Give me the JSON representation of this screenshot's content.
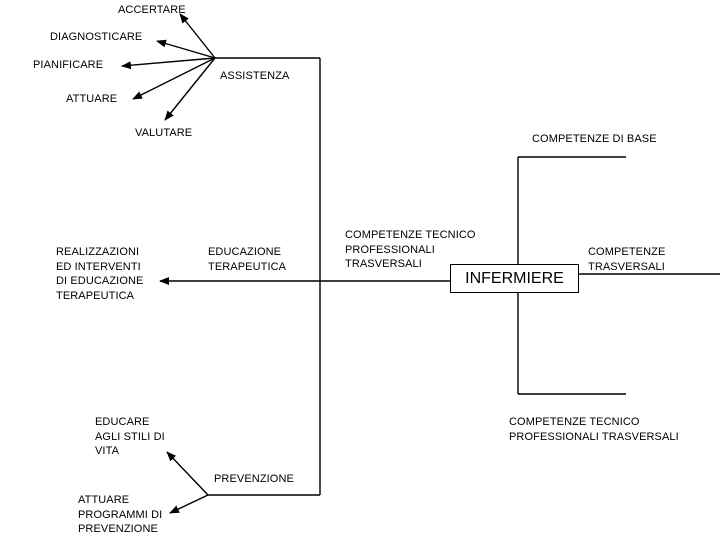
{
  "labels": {
    "accertare": "ACCERTARE",
    "diagnosticare": "DIAGNOSTICARE",
    "pianificare": "PIANIFICARE",
    "attuare": "ATTUARE",
    "valutare": "VALUTARE",
    "assistenza": "ASSISTENZA",
    "competenze_di_base": "COMPETENZE DI BASE",
    "competenze_tecnico_left": "COMPETENZE TECNICO\nPROFESSIONALI\nTRASVERSALI",
    "competenze_trasversali": "COMPETENZE\nTRASVERSALI",
    "infermiere": "INFERMIERE",
    "educazione_terapeutica": "EDUCAZIONE\nTERAPEUTICA",
    "realizzazioni": "REALIZZAZIONI\nED INTERVENTI\nDI EDUCAZIONE\nTERAPEUTICA",
    "competenze_tecnico_bottom": "COMPETENZE TECNICO\nPROFESSIONALI TRASVERSALI",
    "educare": "EDUCARE\nAGLI STILI DI\nVITA",
    "prevenzione": "PREVENZIONE",
    "attuare_programmi": "ATTUARE\nPROGRAMMI DI\nPREVENZIONE"
  },
  "colors": {
    "line": "#000000",
    "background": "#ffffff"
  }
}
